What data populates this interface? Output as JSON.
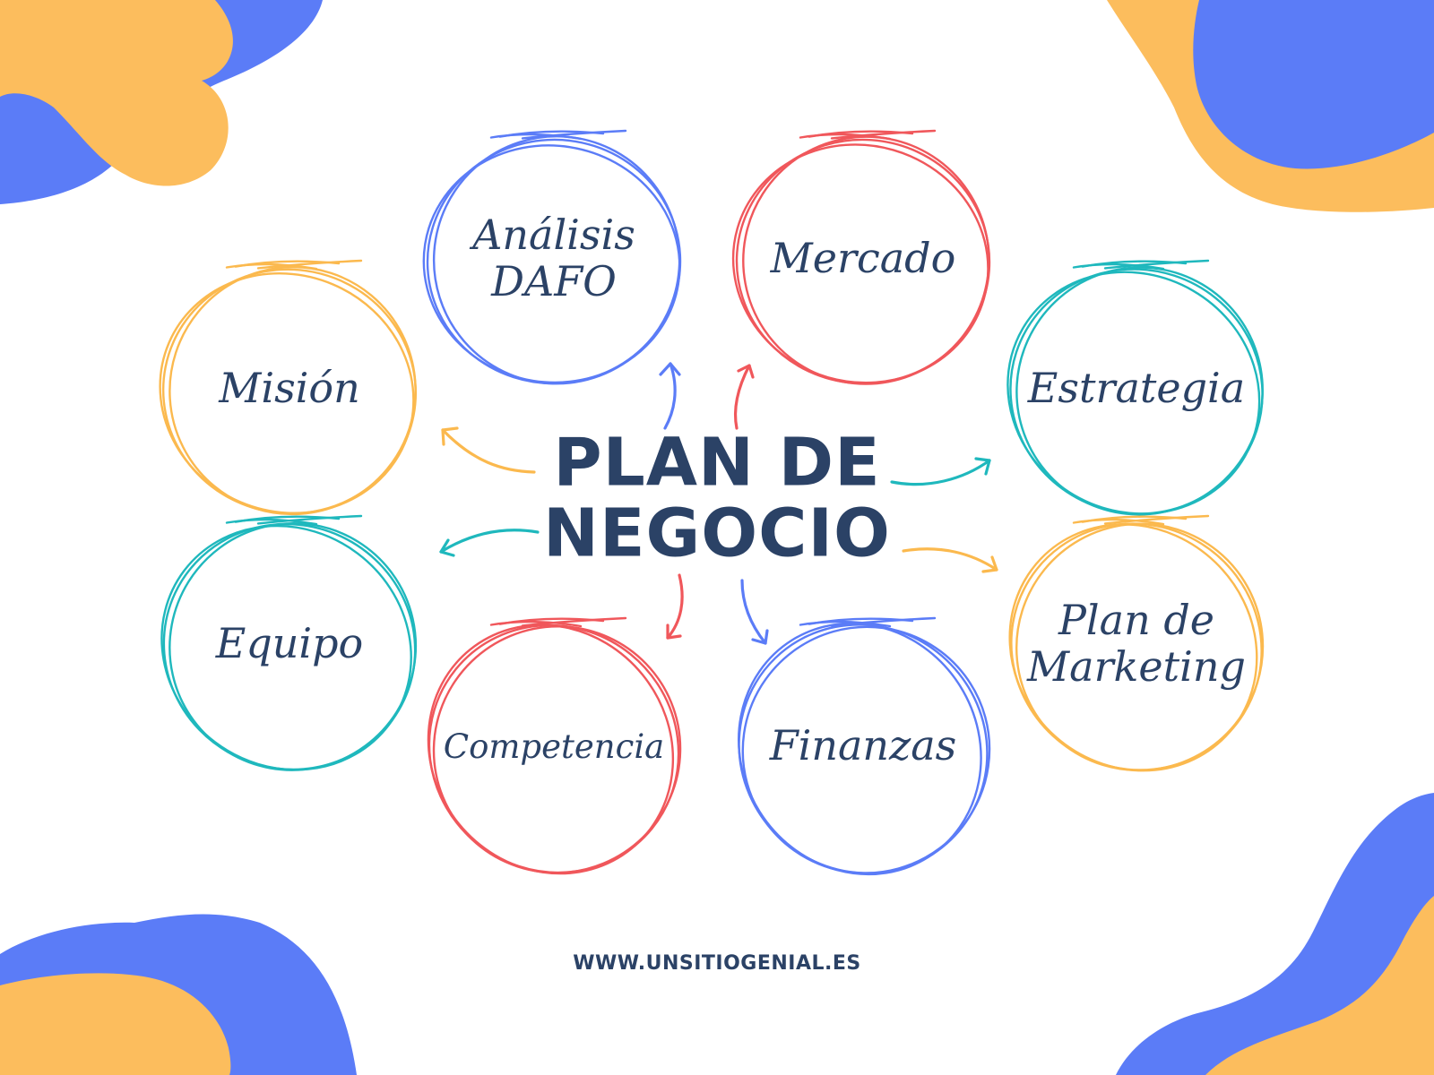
{
  "colors": {
    "blob_blue": "#5b7cf7",
    "blob_orange": "#fcbd5d",
    "text": "#2b4266",
    "blue": "#5b7cf7",
    "red": "#f0575b",
    "orange": "#fbb94e",
    "teal": "#1fb8bd"
  },
  "title": {
    "line1": "PLAN DE",
    "line2": "NEGOCIO"
  },
  "nodes": [
    {
      "id": "analisis-dafo",
      "lines": [
        "Análisis",
        "DAFO"
      ],
      "color": "blue"
    },
    {
      "id": "mercado",
      "lines": [
        "Mercado"
      ],
      "color": "red"
    },
    {
      "id": "mision",
      "lines": [
        "Misión"
      ],
      "color": "orange"
    },
    {
      "id": "estrategia",
      "lines": [
        "Estrategia"
      ],
      "color": "teal"
    },
    {
      "id": "equipo",
      "lines": [
        "Equipo"
      ],
      "color": "teal"
    },
    {
      "id": "plan-de-marketing",
      "lines": [
        "Plan de",
        "Marketing"
      ],
      "color": "orange"
    },
    {
      "id": "competencia",
      "lines": [
        "Competencia"
      ],
      "color": "red"
    },
    {
      "id": "finanzas",
      "lines": [
        "Finanzas"
      ],
      "color": "blue"
    }
  ],
  "footer": {
    "url": "WWW.UNSITIOGENIAL.ES"
  }
}
